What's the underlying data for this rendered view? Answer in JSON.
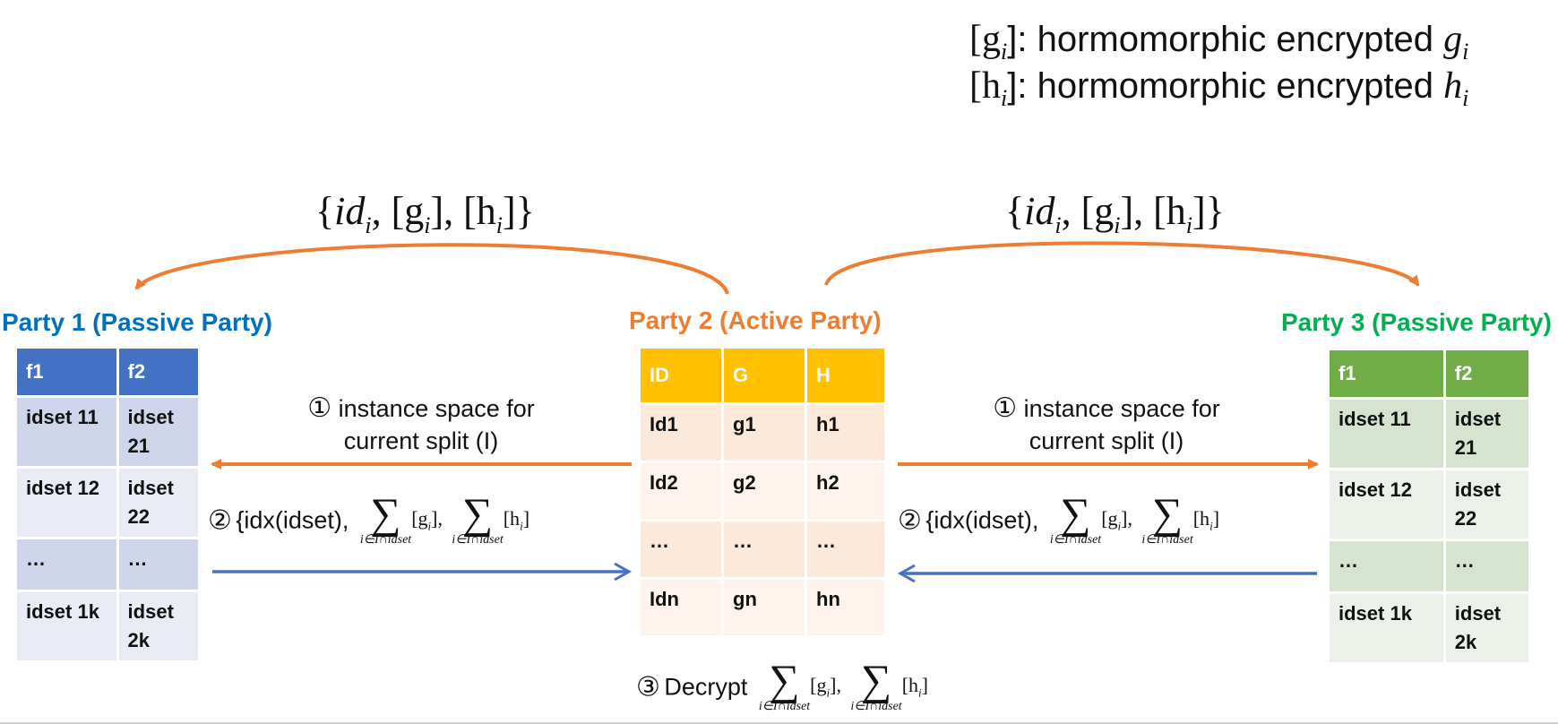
{
  "legend": {
    "g_prefix": "[g",
    "g_sub": "i",
    "g_text": "]: hormomorphic encrypted ",
    "g_var": "g",
    "g_var_sub": "i",
    "h_prefix": "[h",
    "h_sub": "i",
    "h_text": "]: hormomorphic encrypted ",
    "h_var": "h",
    "h_var_sub": "i"
  },
  "set_label": {
    "open": "{",
    "id": "id",
    "sub": "i",
    "g": ", [g",
    "h": "], [h",
    "close": "]}"
  },
  "colors": {
    "blue": "#4472c4",
    "orange": "#ed7d31",
    "green": "#00b050",
    "title_blue": "#0070c0",
    "title_orange": "#ed7d31"
  },
  "party1": {
    "title": "Party 1 (Passive Party)",
    "headers": [
      "f1",
      "f2"
    ],
    "rows": [
      [
        "idset 11",
        "idset 21"
      ],
      [
        "idset 12",
        "idset 22"
      ],
      [
        "…",
        "…"
      ],
      [
        "idset 1k",
        "idset 2k"
      ]
    ]
  },
  "party2": {
    "title": "Party 2 (Active Party)",
    "headers": [
      "ID",
      "G",
      "H"
    ],
    "rows": [
      [
        "Id1",
        "g1",
        "h1"
      ],
      [
        "Id2",
        "g2",
        "h2"
      ],
      [
        "…",
        "…",
        "…"
      ],
      [
        "Idn",
        "gn",
        "hn"
      ]
    ]
  },
  "party3": {
    "title": "Party 3 (Passive Party)",
    "headers": [
      "f1",
      "f2"
    ],
    "rows": [
      [
        "idset 11",
        "idset 21"
      ],
      [
        "idset 12",
        "idset 22"
      ],
      [
        "…",
        "…"
      ],
      [
        "idset 1k",
        "idset 2k"
      ]
    ]
  },
  "step1": {
    "marker": "①",
    "line1": "instance space for",
    "line2": "current split (I)"
  },
  "step2": {
    "marker": "②",
    "text": "{idx(idset),",
    "sum_sub": "i∈I∩idset",
    "term_g": "[g",
    "term_h": "[h",
    "sub_i": "i",
    "close": "]",
    "comma": ","
  },
  "step3": {
    "marker": "③",
    "text": "Decrypt",
    "sum_sub": "i∈I∩idset",
    "term_g": "[g",
    "term_h": "[h",
    "sub_i": "i",
    "close": "]",
    "comma": ","
  }
}
